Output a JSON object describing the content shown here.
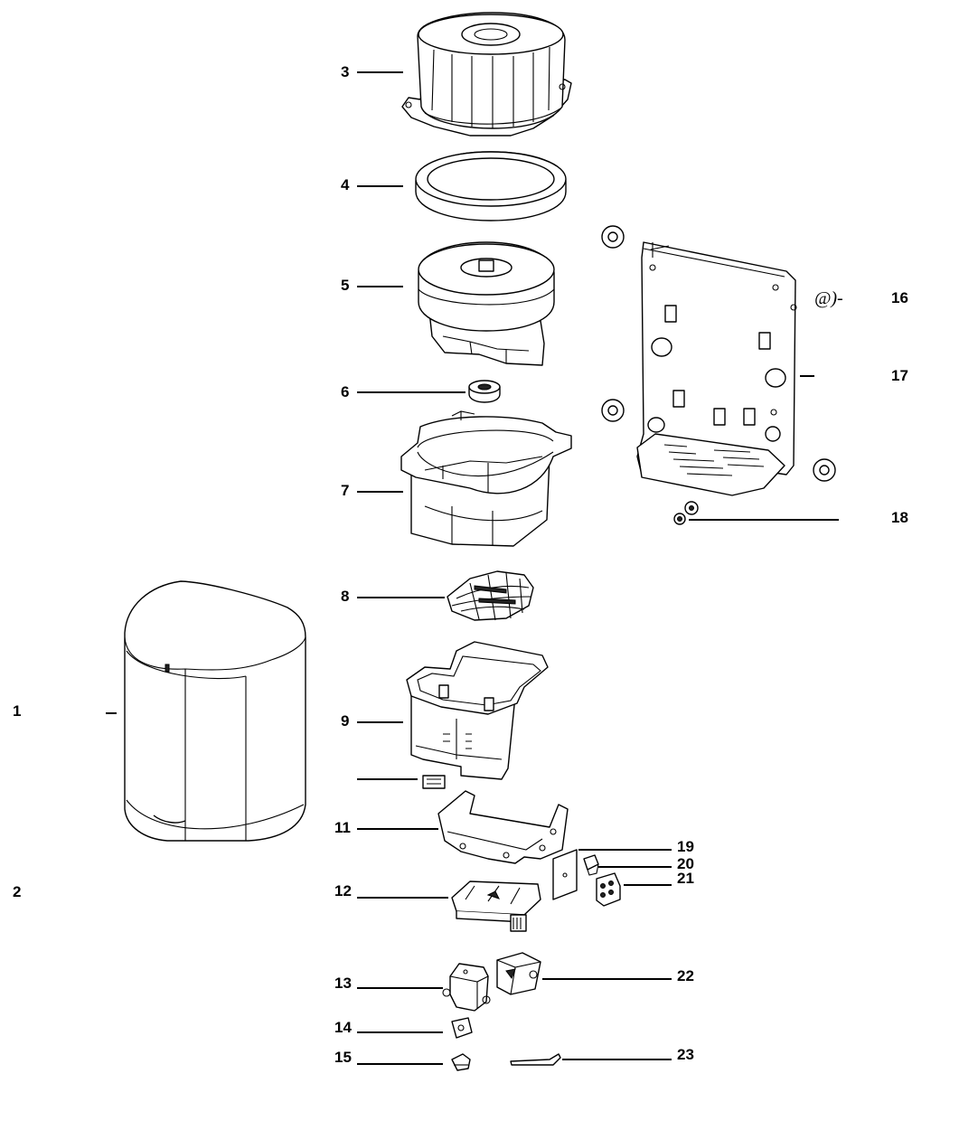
{
  "labels": {
    "l1": "1",
    "l2": "2",
    "l3": "3",
    "l4": "4",
    "l5": "5",
    "l6": "6",
    "l7": "7",
    "l8": "8",
    "l9": "9",
    "l11": "11",
    "l12": "12",
    "l13": "13",
    "l14": "14",
    "l15": "15",
    "l16": "16",
    "l17": "17",
    "l18": "18",
    "l19": "19",
    "l20": "20",
    "l21": "21",
    "l22": "22",
    "l23": "23"
  },
  "annotation_16": "@)-"
}
